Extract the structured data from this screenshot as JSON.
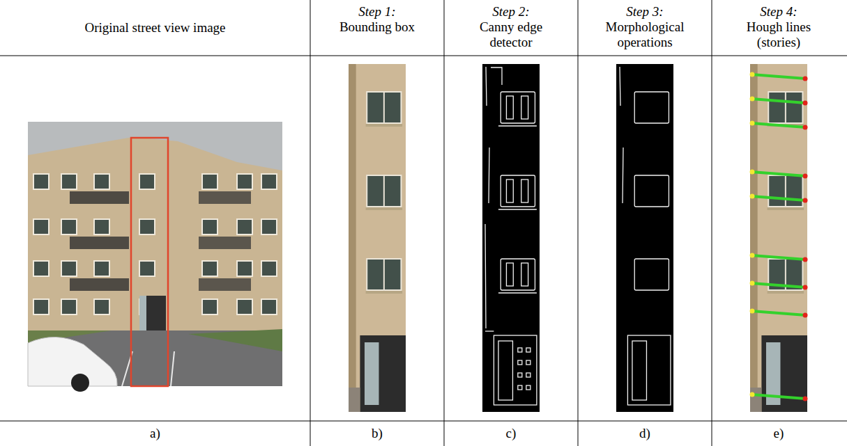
{
  "diagram": {
    "labels": [
      "Original street view image",
      "Step 1:",
      "Bounding box",
      "Step 2:",
      "Canny edge detector",
      "Step 3:",
      "Morphological operations",
      "Step 4:",
      "Hough lines (stories)",
      "a)",
      "b)",
      "c)",
      "d)",
      "e)"
    ]
  }
}
